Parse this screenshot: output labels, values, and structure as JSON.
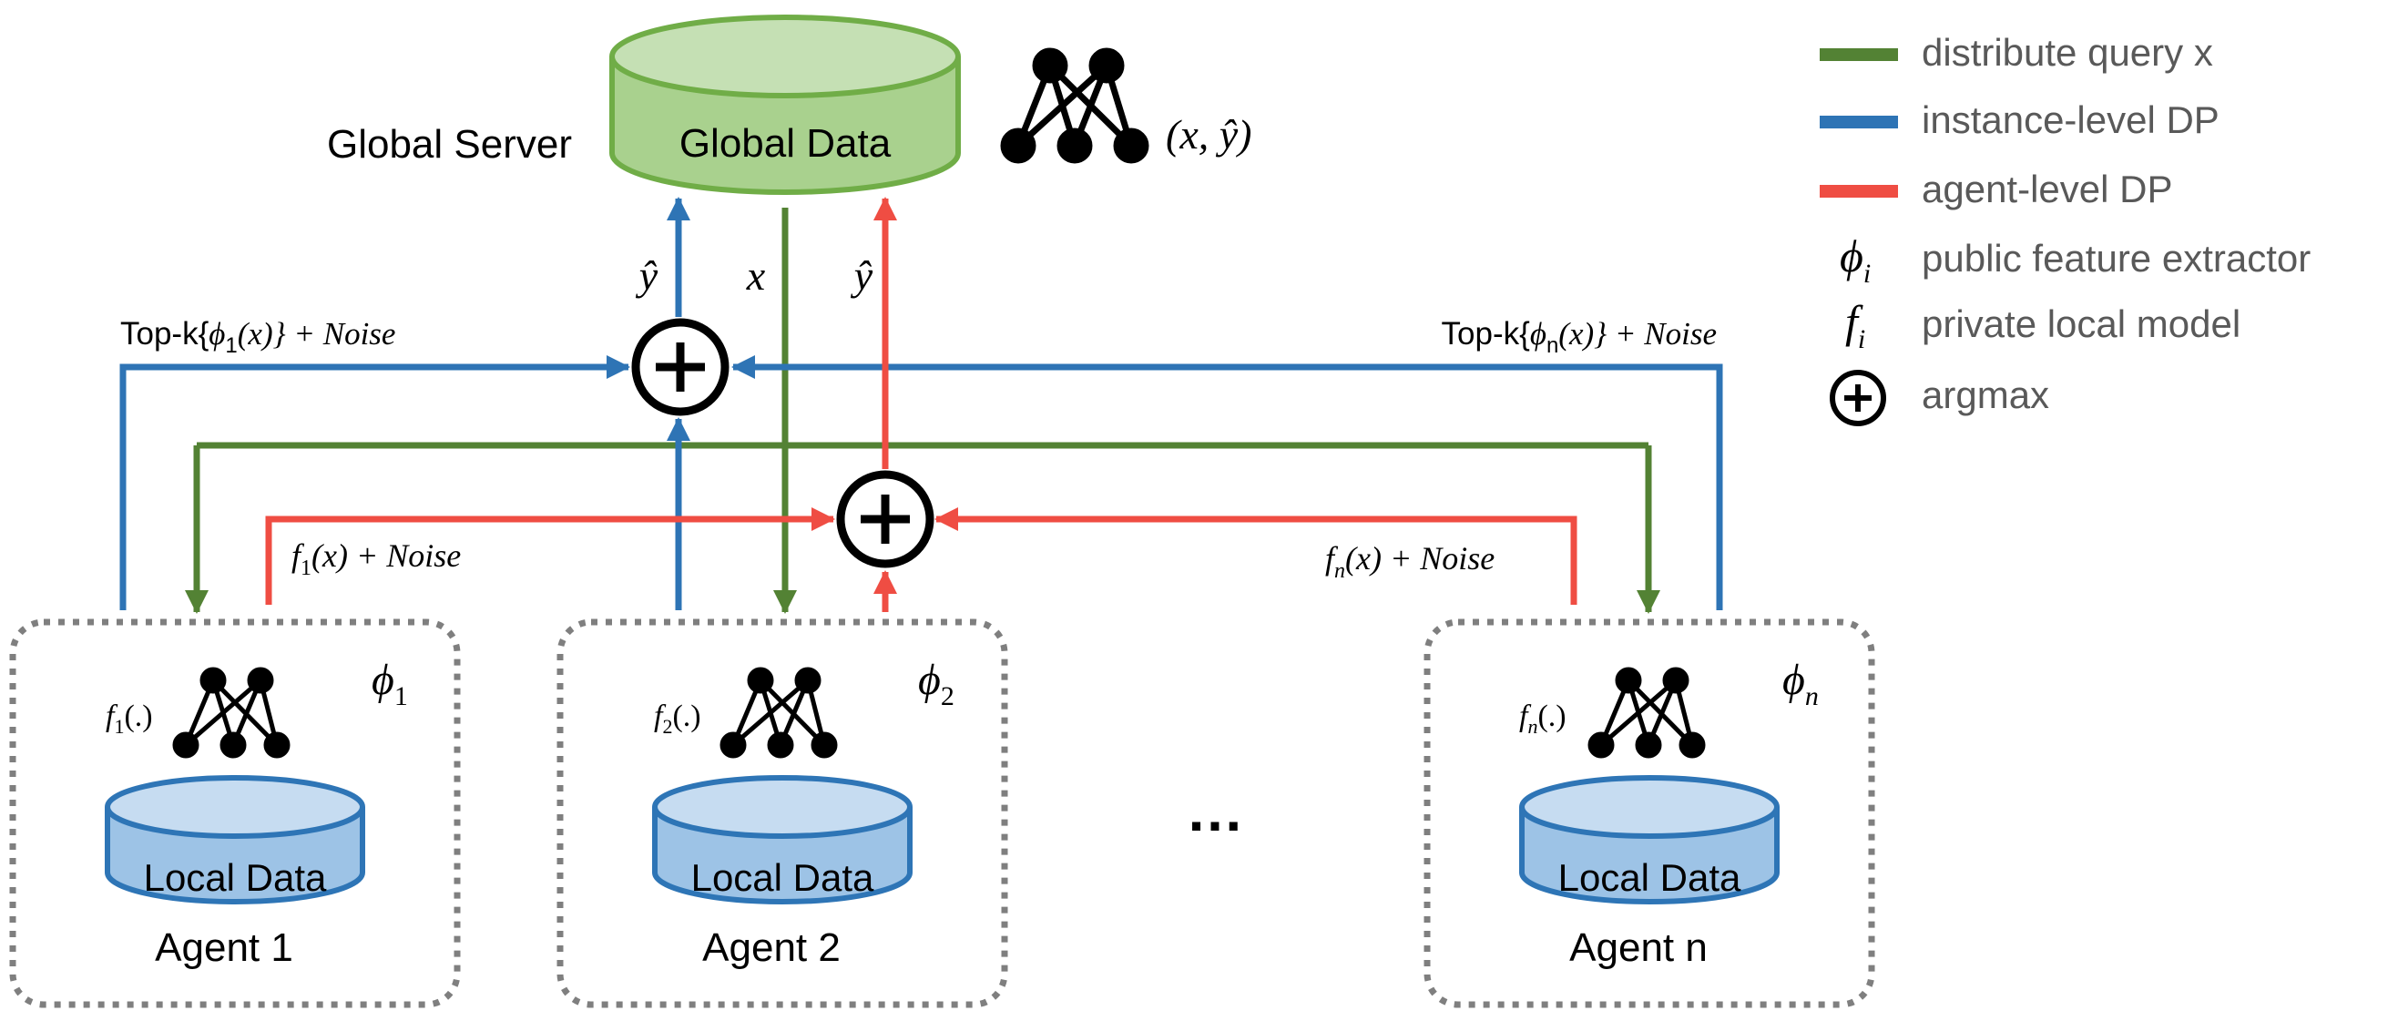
{
  "colors": {
    "green": "#538234",
    "blue": "#2e74b5",
    "red": "#ef4d43",
    "global_fill": "#a9d18e",
    "global_top": "#c5e0b4",
    "global_stroke": "#70ad47",
    "local_fill": "#9dc3e6",
    "local_top": "#c6dcf1",
    "local_stroke": "#2e75b6",
    "box_border": "#7f7f7f",
    "legend_text": "#595959"
  },
  "global": {
    "server_label": "Global Server",
    "data_label": "Global Data",
    "pair_label": "(x, ŷ)"
  },
  "arrows": {
    "yhat_blue": "ŷ",
    "x_green": "x",
    "yhat_red": "ŷ",
    "topk_left": {
      "prefix": "Top-k{",
      "sym": "ϕ",
      "sub": "1",
      "mid": "(x)} + ",
      "noise": "Noise"
    },
    "topk_right": {
      "prefix": "Top-k{",
      "sym": "ϕ",
      "sub": "n",
      "mid": "(x)} + ",
      "noise": "Noise"
    },
    "f1_noise": {
      "sym": "f",
      "sub": "1",
      "mid": "(x) + ",
      "noise": "Noise"
    },
    "fn_noise": {
      "sym": "f",
      "sub": "n",
      "mid": "(x) + ",
      "noise": "Noise"
    }
  },
  "agents": [
    {
      "name": "Agent 1",
      "data_label": "Local Data",
      "phi_sym": "ϕ",
      "phi_sub": "1",
      "f_sym": "f",
      "f_sub": "1",
      "f_tail": "(.)"
    },
    {
      "name": "Agent 2",
      "data_label": "Local Data",
      "phi_sym": "ϕ",
      "phi_sub": "2",
      "f_sym": "f",
      "f_sub": "2",
      "f_tail": "(.)"
    },
    {
      "name": "Agent n",
      "data_label": "Local Data",
      "phi_sym": "ϕ",
      "phi_sub": "n",
      "f_sym": "f",
      "f_sub": "n",
      "f_tail": "(.)"
    }
  ],
  "ellipsis": "…",
  "legend": [
    {
      "kind": "line",
      "color": "green",
      "text": "distribute query x"
    },
    {
      "kind": "line",
      "color": "blue",
      "text": "instance-level DP"
    },
    {
      "kind": "line",
      "color": "red",
      "text": "agent-level DP"
    },
    {
      "kind": "symbol",
      "sym": "ϕ",
      "sub": "i",
      "text": "public feature extractor"
    },
    {
      "kind": "symbol",
      "sym": "f",
      "sub": "i",
      "text": "private local model"
    },
    {
      "kind": "circle",
      "text": "argmax"
    }
  ]
}
